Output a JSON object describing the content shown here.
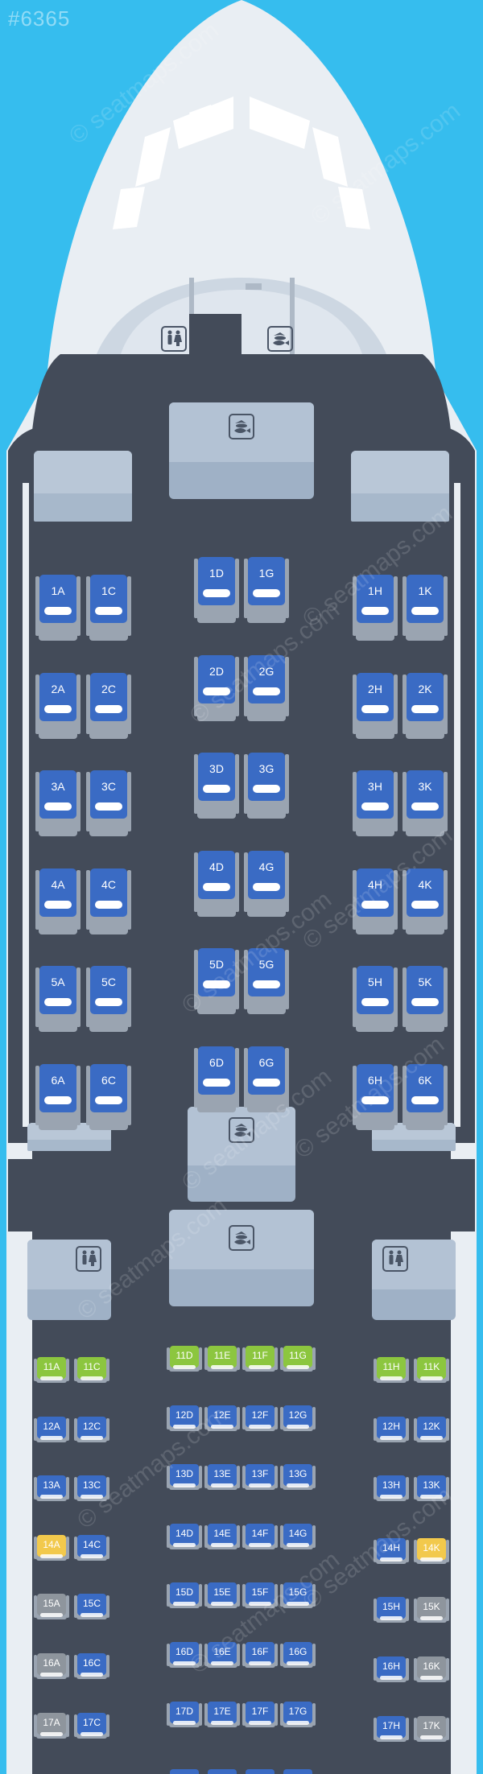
{
  "seatmap_id": "#6365",
  "watermark": "© seatmaps.com",
  "colors": {
    "sky": "#36bdee",
    "fuselage": "#e9eef3",
    "cabin_floor": "#434b59",
    "facility": "#9fb1c6",
    "seat_business": "#3a6bc4",
    "seat_extra_legroom": "#8cc63f",
    "seat_preferred": "#f2c94c",
    "seat_standard": "#3a6bc4",
    "seat_restricted": "#8e959d"
  },
  "facilities": [
    {
      "type": "lavatory",
      "icon": "lavatory-icon"
    },
    {
      "type": "galley",
      "icon": "galley-icon"
    },
    {
      "type": "galley",
      "icon": "galley-icon"
    },
    {
      "type": "galley",
      "icon": "galley-icon"
    },
    {
      "type": "galley",
      "icon": "galley-icon"
    },
    {
      "type": "lavatory",
      "icon": "lavatory-icon"
    },
    {
      "type": "lavatory",
      "icon": "lavatory-icon"
    }
  ],
  "business_rows": [
    {
      "row": "1",
      "seats": [
        "1A",
        "1C",
        "1D",
        "1G",
        "1H",
        "1K"
      ]
    },
    {
      "row": "2",
      "seats": [
        "2A",
        "2C",
        "2D",
        "2G",
        "2H",
        "2K"
      ]
    },
    {
      "row": "3",
      "seats": [
        "3A",
        "3C",
        "3D",
        "3G",
        "3H",
        "3K"
      ]
    },
    {
      "row": "4",
      "seats": [
        "4A",
        "4C",
        "4D",
        "4G",
        "4H",
        "4K"
      ]
    },
    {
      "row": "5",
      "seats": [
        "5A",
        "5C",
        "5D",
        "5G",
        "5H",
        "5K"
      ]
    },
    {
      "row": "6",
      "seats": [
        "6A",
        "6C",
        "6D",
        "6G",
        "6H",
        "6K"
      ]
    }
  ],
  "economy_rows": [
    {
      "row": "11",
      "seats": [
        {
          "id": "11A",
          "type": "extra_legroom"
        },
        {
          "id": "11C",
          "type": "extra_legroom"
        },
        {
          "id": "11D",
          "type": "extra_legroom"
        },
        {
          "id": "11E",
          "type": "extra_legroom"
        },
        {
          "id": "11F",
          "type": "extra_legroom"
        },
        {
          "id": "11G",
          "type": "extra_legroom"
        },
        {
          "id": "11H",
          "type": "extra_legroom"
        },
        {
          "id": "11K",
          "type": "extra_legroom"
        }
      ]
    },
    {
      "row": "12",
      "seats": [
        {
          "id": "12A",
          "type": "standard"
        },
        {
          "id": "12C",
          "type": "standard"
        },
        {
          "id": "12D",
          "type": "standard"
        },
        {
          "id": "12E",
          "type": "standard"
        },
        {
          "id": "12F",
          "type": "standard"
        },
        {
          "id": "12G",
          "type": "standard"
        },
        {
          "id": "12H",
          "type": "standard"
        },
        {
          "id": "12K",
          "type": "standard"
        }
      ]
    },
    {
      "row": "13",
      "seats": [
        {
          "id": "13A",
          "type": "standard"
        },
        {
          "id": "13C",
          "type": "standard"
        },
        {
          "id": "13D",
          "type": "standard"
        },
        {
          "id": "13E",
          "type": "standard"
        },
        {
          "id": "13F",
          "type": "standard"
        },
        {
          "id": "13G",
          "type": "standard"
        },
        {
          "id": "13H",
          "type": "standard"
        },
        {
          "id": "13K",
          "type": "standard"
        }
      ]
    },
    {
      "row": "14",
      "seats": [
        {
          "id": "14A",
          "type": "preferred"
        },
        {
          "id": "14C",
          "type": "standard"
        },
        {
          "id": "14D",
          "type": "standard"
        },
        {
          "id": "14E",
          "type": "standard"
        },
        {
          "id": "14F",
          "type": "standard"
        },
        {
          "id": "14G",
          "type": "standard"
        },
        {
          "id": "14H",
          "type": "standard"
        },
        {
          "id": "14K",
          "type": "preferred"
        }
      ]
    },
    {
      "row": "15",
      "seats": [
        {
          "id": "15A",
          "type": "restricted"
        },
        {
          "id": "15C",
          "type": "standard"
        },
        {
          "id": "15D",
          "type": "standard"
        },
        {
          "id": "15E",
          "type": "standard"
        },
        {
          "id": "15F",
          "type": "standard"
        },
        {
          "id": "15G",
          "type": "standard"
        },
        {
          "id": "15H",
          "type": "standard"
        },
        {
          "id": "15K",
          "type": "restricted"
        }
      ]
    },
    {
      "row": "16",
      "seats": [
        {
          "id": "16A",
          "type": "restricted"
        },
        {
          "id": "16C",
          "type": "standard"
        },
        {
          "id": "16D",
          "type": "standard"
        },
        {
          "id": "16E",
          "type": "standard"
        },
        {
          "id": "16F",
          "type": "standard"
        },
        {
          "id": "16G",
          "type": "standard"
        },
        {
          "id": "16H",
          "type": "standard"
        },
        {
          "id": "16K",
          "type": "restricted"
        }
      ]
    },
    {
      "row": "17",
      "seats": [
        {
          "id": "17A",
          "type": "restricted"
        },
        {
          "id": "17C",
          "type": "standard"
        },
        {
          "id": "17D",
          "type": "standard"
        },
        {
          "id": "17E",
          "type": "standard"
        },
        {
          "id": "17F",
          "type": "standard"
        },
        {
          "id": "17G",
          "type": "standard"
        },
        {
          "id": "17H",
          "type": "standard"
        },
        {
          "id": "17K",
          "type": "restricted"
        }
      ]
    }
  ]
}
